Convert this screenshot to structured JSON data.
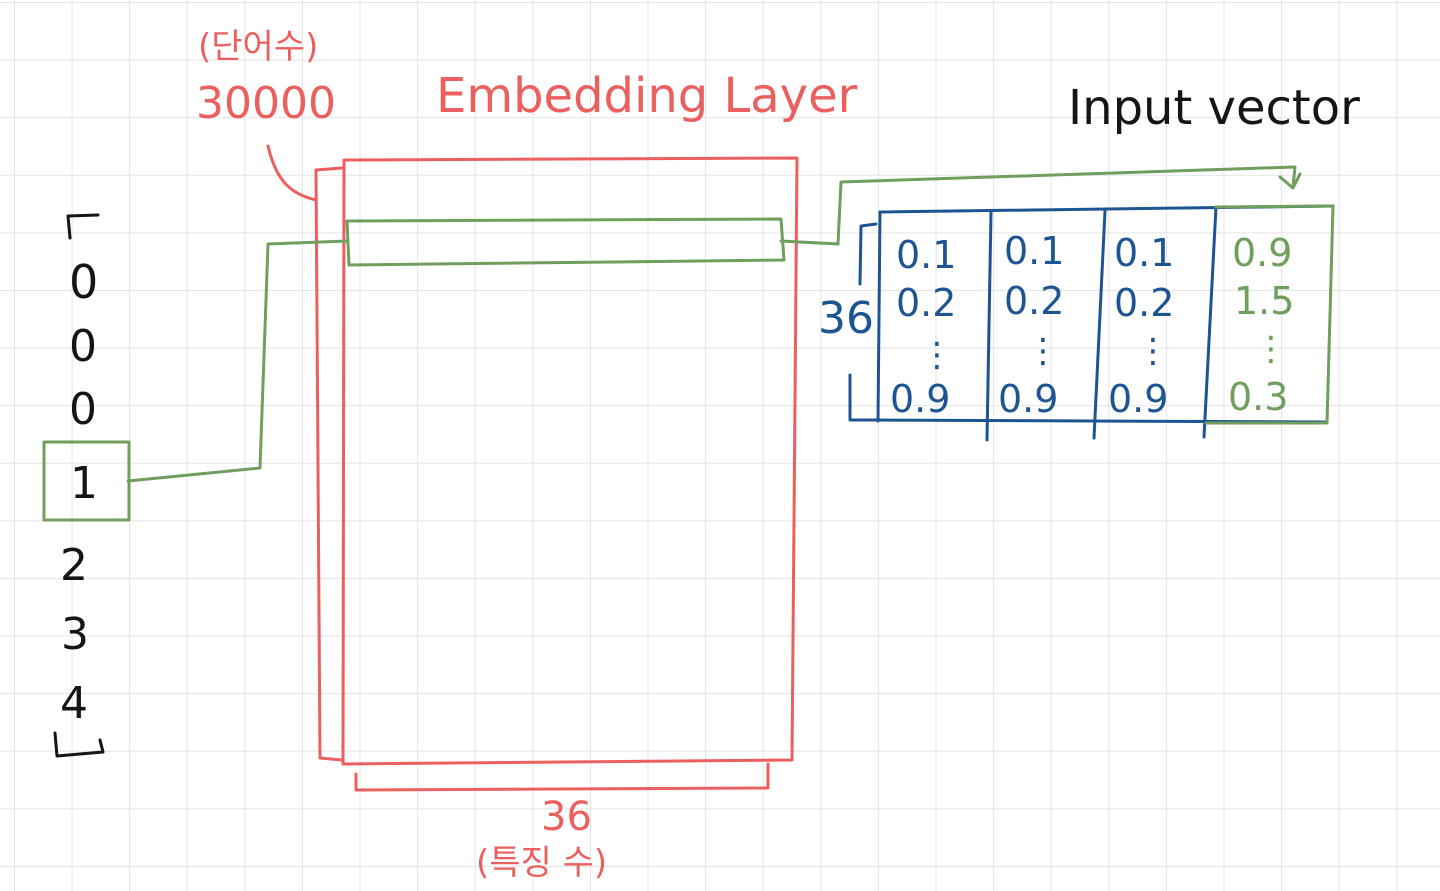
{
  "diagram": {
    "vocab_label": "(단어수)",
    "vocab_size": "30000",
    "embedding_title": "Embedding Layer",
    "input_vector_title": "Input vector",
    "feature_count": "36",
    "feature_label": "(특징 수)",
    "vector_size": "36",
    "one_hot": [
      "0",
      "0",
      "0",
      "1",
      "2",
      "3",
      "4"
    ],
    "columns": [
      {
        "top": "0.1",
        "second": "0.2",
        "ellipsis": "⋮",
        "last": "0.9"
      },
      {
        "top": "0.1",
        "second": "0.2",
        "ellipsis": "⋮",
        "last": "0.9"
      },
      {
        "top": "0.1",
        "second": "0.2",
        "ellipsis": "⋮",
        "last": "0.9"
      },
      {
        "top": "0.9",
        "second": "1.5",
        "ellipsis": "⋮",
        "last": "0.3"
      }
    ],
    "colors": {
      "embedding": "#ec5f5f",
      "selection": "#6f9e5d",
      "vector": "#1d5592",
      "ink": "#151515"
    }
  }
}
